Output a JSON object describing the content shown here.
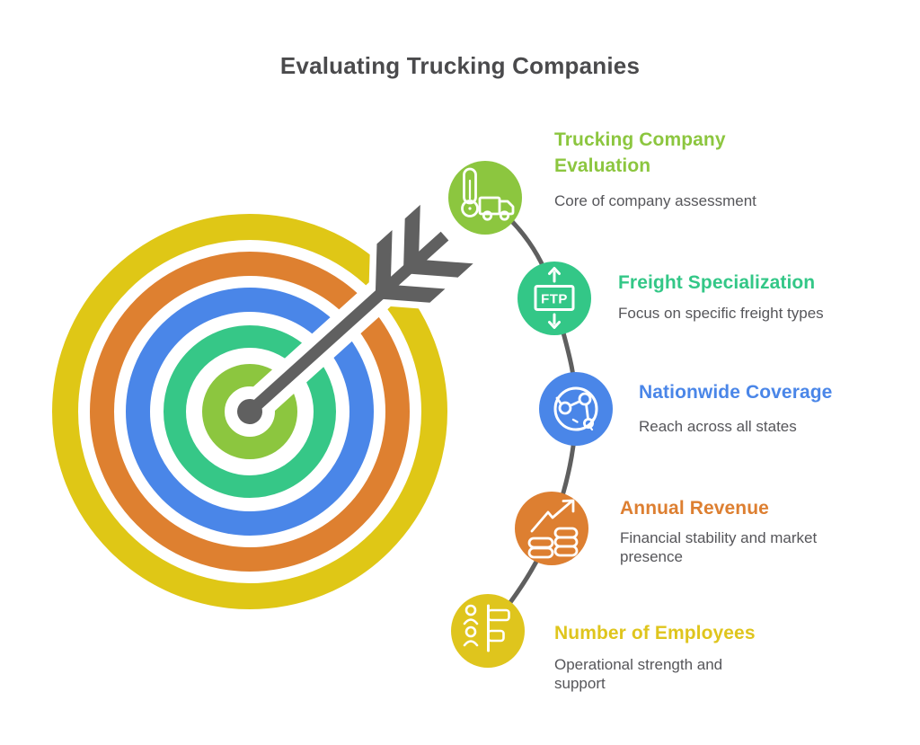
{
  "page": {
    "title": "Evaluating Trucking Companies"
  },
  "items": [
    {
      "title": "Trucking Company Evaluation",
      "description": "Core of company assessment",
      "color": "#8cc63f",
      "icon": "thermometer-truck-icon"
    },
    {
      "title": "Freight Specialization",
      "description": "Focus on specific freight types",
      "color": "#33c787",
      "icon": "freight-ftp-icon",
      "icon_text": "FTP"
    },
    {
      "title": "Nationwide Coverage",
      "description": "Reach across all states",
      "color": "#4a86e8",
      "icon": "globe-network-icon"
    },
    {
      "title": "Annual Revenue",
      "description": "Financial stability and market presence",
      "color": "#dd7f31",
      "icon": "revenue-growth-icon"
    },
    {
      "title": "Number of Employees",
      "description": "Operational strength and support",
      "color": "#dfc51d",
      "icon": "employees-bars-icon"
    }
  ],
  "figure": {
    "type": "bullseye-target-with-arrow",
    "ring_colors": [
      "#dfc716",
      "#de8030",
      "#4a86e8",
      "#36c787",
      "#8cc63f"
    ],
    "arrow_color": "#606060",
    "connector_color": "#5f5f5f",
    "title_color": "#4a4a4c",
    "description_color": "#56565a"
  }
}
